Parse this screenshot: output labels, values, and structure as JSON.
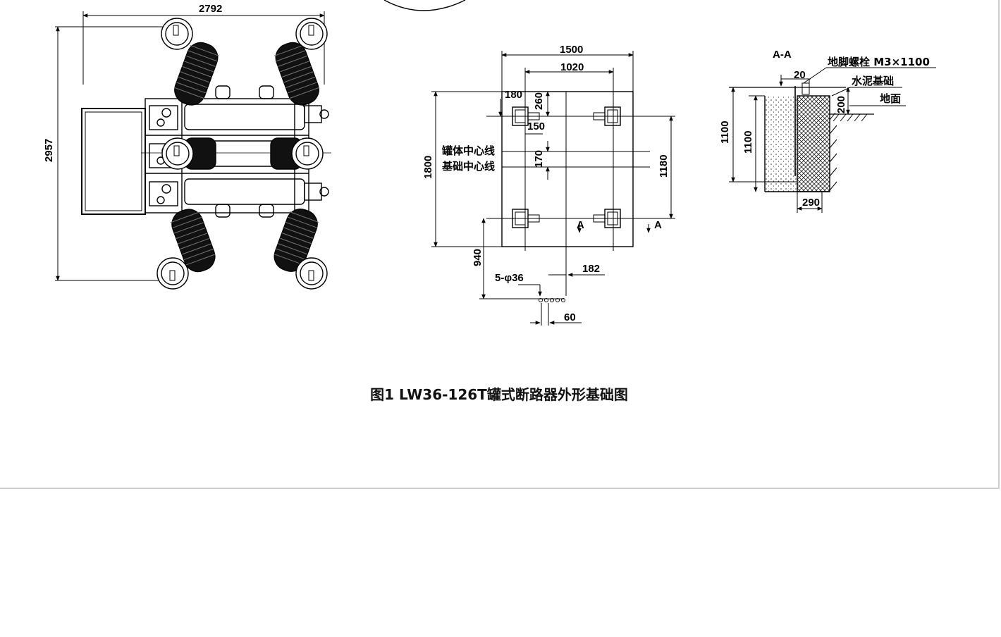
{
  "caption": "图1 LW36-126T罐式断路器外形基础图",
  "plan_view": {
    "width_dim": "2792",
    "height_dim": "2957"
  },
  "foundation_plan": {
    "dims": {
      "d1500": "1500",
      "d1020": "1020",
      "d180": "180",
      "d260": "260",
      "d150": "150",
      "d1800": "1800",
      "d170": "170",
      "d1180": "1180",
      "d940": "940",
      "d182": "182",
      "d60": "60",
      "holes": "5-φ36"
    },
    "labels": {
      "tank_centerline": "罐体中心线",
      "base_centerline": "基础中心线",
      "section_mark_a": "A"
    }
  },
  "section_view": {
    "title": "A-A",
    "bolt": "地脚螺栓 M3×1100",
    "d20": "20",
    "cement": "水泥基础",
    "d200": "200",
    "ground": "地面",
    "d1100a": "1100",
    "d1100b": "1100",
    "d290": "290"
  }
}
